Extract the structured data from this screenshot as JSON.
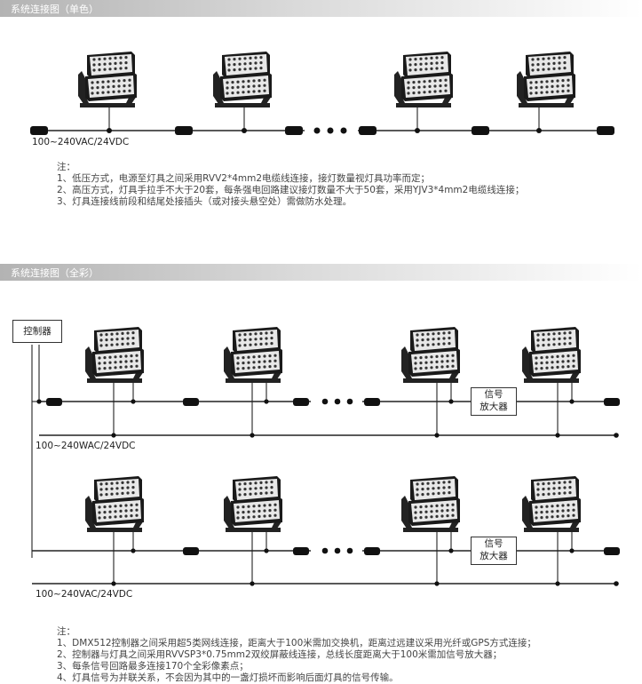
{
  "section1": {
    "header": "系统连接图（单色）",
    "voltage_label": "100~240VAC/24VDC",
    "notes": [
      "注：",
      "1、低压方式，电源至灯具之间采用RVV2*4mm2电缆线连接，接灯数量视灯具功率而定；",
      "2、高压方式，灯具手拉手不大于20套，每条强电回路建议接灯数量不大于50套，采用YJV3*4mm2电缆线连接；",
      "3、灯具连接线前段和结尾处接插头（或对接头悬空处）需做防水处理。"
    ]
  },
  "section2": {
    "header": "系统连接图（全彩）",
    "controller_label": "控制器",
    "amplifier_label_line1": "信号",
    "amplifier_label_line2": "放大器",
    "voltage_label_a": "100~240WAC/24VDC",
    "voltage_label_b": "100~240VAC/24VDC",
    "notes": [
      "注：",
      "1、DMX512控制器之间采用超5类网线连接，距离大于100米需加交换机，距离过远建议采用光纤或GPS方式连接；",
      "2、控制器与灯具之间采用RVVSP3*0.75mm2双绞屏蔽线连接，总线长度距离大于100米需加信号放大器；",
      "3、每条信号回路最多连接170个全彩像素点；",
      "4、灯具信号为并联关系，不会因为其中的一盏灯损坏而影响后面灯具的信号传输。"
    ]
  },
  "icons": {
    "fixture": "floodlight-fixture-icon",
    "plug": "cable-plug-icon",
    "junction": "junction-dot-icon",
    "ellipsis": "continuation-dots-icon"
  }
}
